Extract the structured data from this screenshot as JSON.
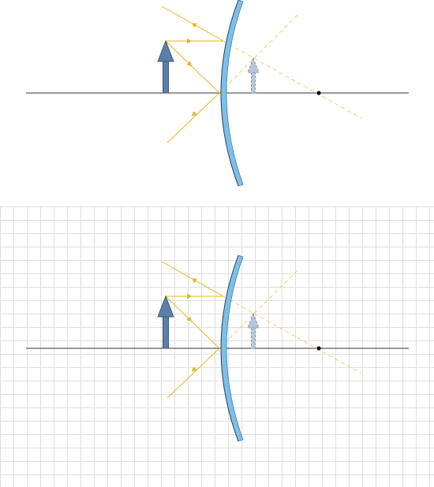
{
  "diagram": {
    "subject": "convex-mirror-ray-diagram",
    "colors": {
      "background": "#ffffff",
      "grid_line": "#dedede",
      "optical_axis": "#333333",
      "mirror_fill": "#7fbfe6",
      "mirror_edge": "#3f7fb0",
      "mirror_back": "#2c4a63",
      "ray": "#e6b422",
      "virtual_ray": "#f0cd63",
      "object_arrow": "#5b7fa8",
      "object_arrow_edge": "#3e5a7d",
      "image_arrow": "#b8c8dc",
      "image_arrow_edge": "#7f93ad",
      "focal_point": "#111111"
    },
    "panels": [
      {
        "id": "top",
        "grid": false
      },
      {
        "id": "bottom",
        "grid": true
      }
    ],
    "elements": [
      {
        "name": "optical-axis",
        "kind": "line"
      },
      {
        "name": "convex-mirror",
        "kind": "curved-mirror",
        "type": "convex"
      },
      {
        "name": "object-arrow",
        "kind": "real-object",
        "orientation": "upright"
      },
      {
        "name": "image-arrow",
        "kind": "virtual-image",
        "orientation": "upright",
        "style": "dashed"
      },
      {
        "name": "focal-point",
        "kind": "point"
      },
      {
        "name": "incident-ray-parallel",
        "kind": "ray",
        "arrow": "toward-mirror"
      },
      {
        "name": "reflected-ray-parallel",
        "kind": "ray",
        "arrow": "away-from-mirror"
      },
      {
        "name": "virtual-extension-to-focus",
        "kind": "dashed-line"
      },
      {
        "name": "incident-ray-vertex",
        "kind": "ray",
        "arrow": "toward-mirror"
      },
      {
        "name": "reflected-ray-vertex",
        "kind": "ray",
        "arrow": "away-from-mirror"
      },
      {
        "name": "virtual-extension-vertex",
        "kind": "dashed-line"
      }
    ]
  }
}
